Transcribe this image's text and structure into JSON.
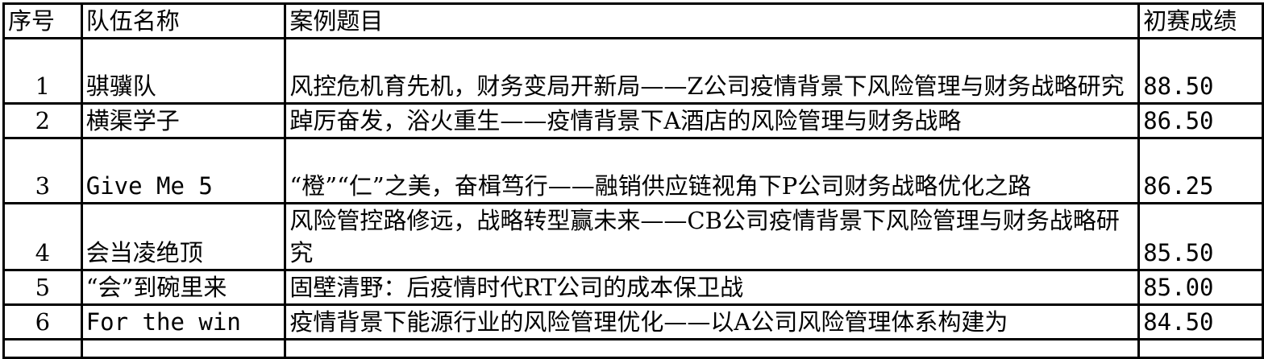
{
  "headers": {
    "index": "序号",
    "team": "队伍名称",
    "topic": "案例题目",
    "score": "初赛成绩"
  },
  "rows": [
    {
      "index": "1",
      "team": "骐骥队",
      "topic": "风控危机育先机，财务变局开新局——Z公司疫情背景下风险管理与财务战略研究",
      "score": "88.50"
    },
    {
      "index": "2",
      "team": "横渠学子",
      "topic": "踔厉奋发，浴火重生——疫情背景下A酒店的风险管理与财务战略",
      "score": "86.50"
    },
    {
      "index": "3",
      "team": "Give Me 5",
      "topic": "“橙”“仁”之美，奋楫笃行——融销供应链视角下P公司财务战略优化之路",
      "score": "86.25"
    },
    {
      "index": "4",
      "team": "会当凌绝顶",
      "topic": "风险管控路修远，战略转型赢未来——CB公司疫情背景下风险管理与财务战略研究",
      "score": "85.50"
    },
    {
      "index": "5",
      "team": "“会”到碗里来",
      "topic": "固壁清野：后疫情时代RT公司的成本保卫战",
      "score": "85.00"
    },
    {
      "index": "6",
      "team": "For the win",
      "topic": "疫情背景下能源行业的风险管理优化——以A公司风险管理体系构建为",
      "score": "84.50"
    }
  ]
}
